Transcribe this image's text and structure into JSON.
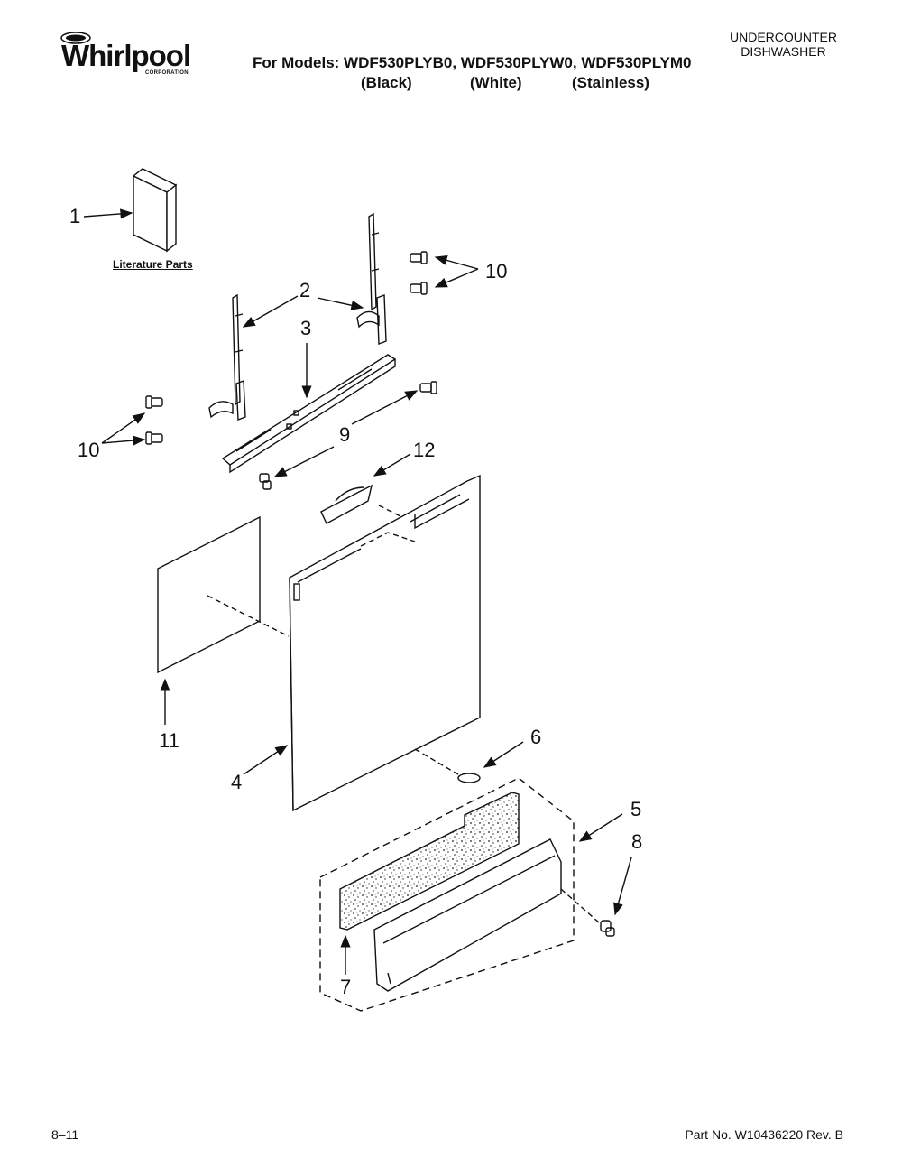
{
  "header": {
    "brand": "Whirlpool",
    "brand_sub": "CORPORATION",
    "models_line": "For Models: WDF530PLYB0, WDF530PLYW0, WDF530PLYM0",
    "finishes": [
      "(Black)",
      "(White)",
      "(Stainless)"
    ],
    "product_type": [
      "UNDERCOUNTER",
      "DISHWASHER"
    ]
  },
  "diagram": {
    "literature_label": "Literature Parts",
    "callouts": {
      "c1": "1",
      "c2": "2",
      "c3": "3",
      "c4": "4",
      "c5": "5",
      "c6": "6",
      "c7": "7",
      "c8": "8",
      "c9": "9",
      "c10a": "10",
      "c10b": "10",
      "c11": "11",
      "c12": "12"
    }
  },
  "footer": {
    "date_code": "8–11",
    "part_no": "Part No. W10436220 Rev. B"
  }
}
